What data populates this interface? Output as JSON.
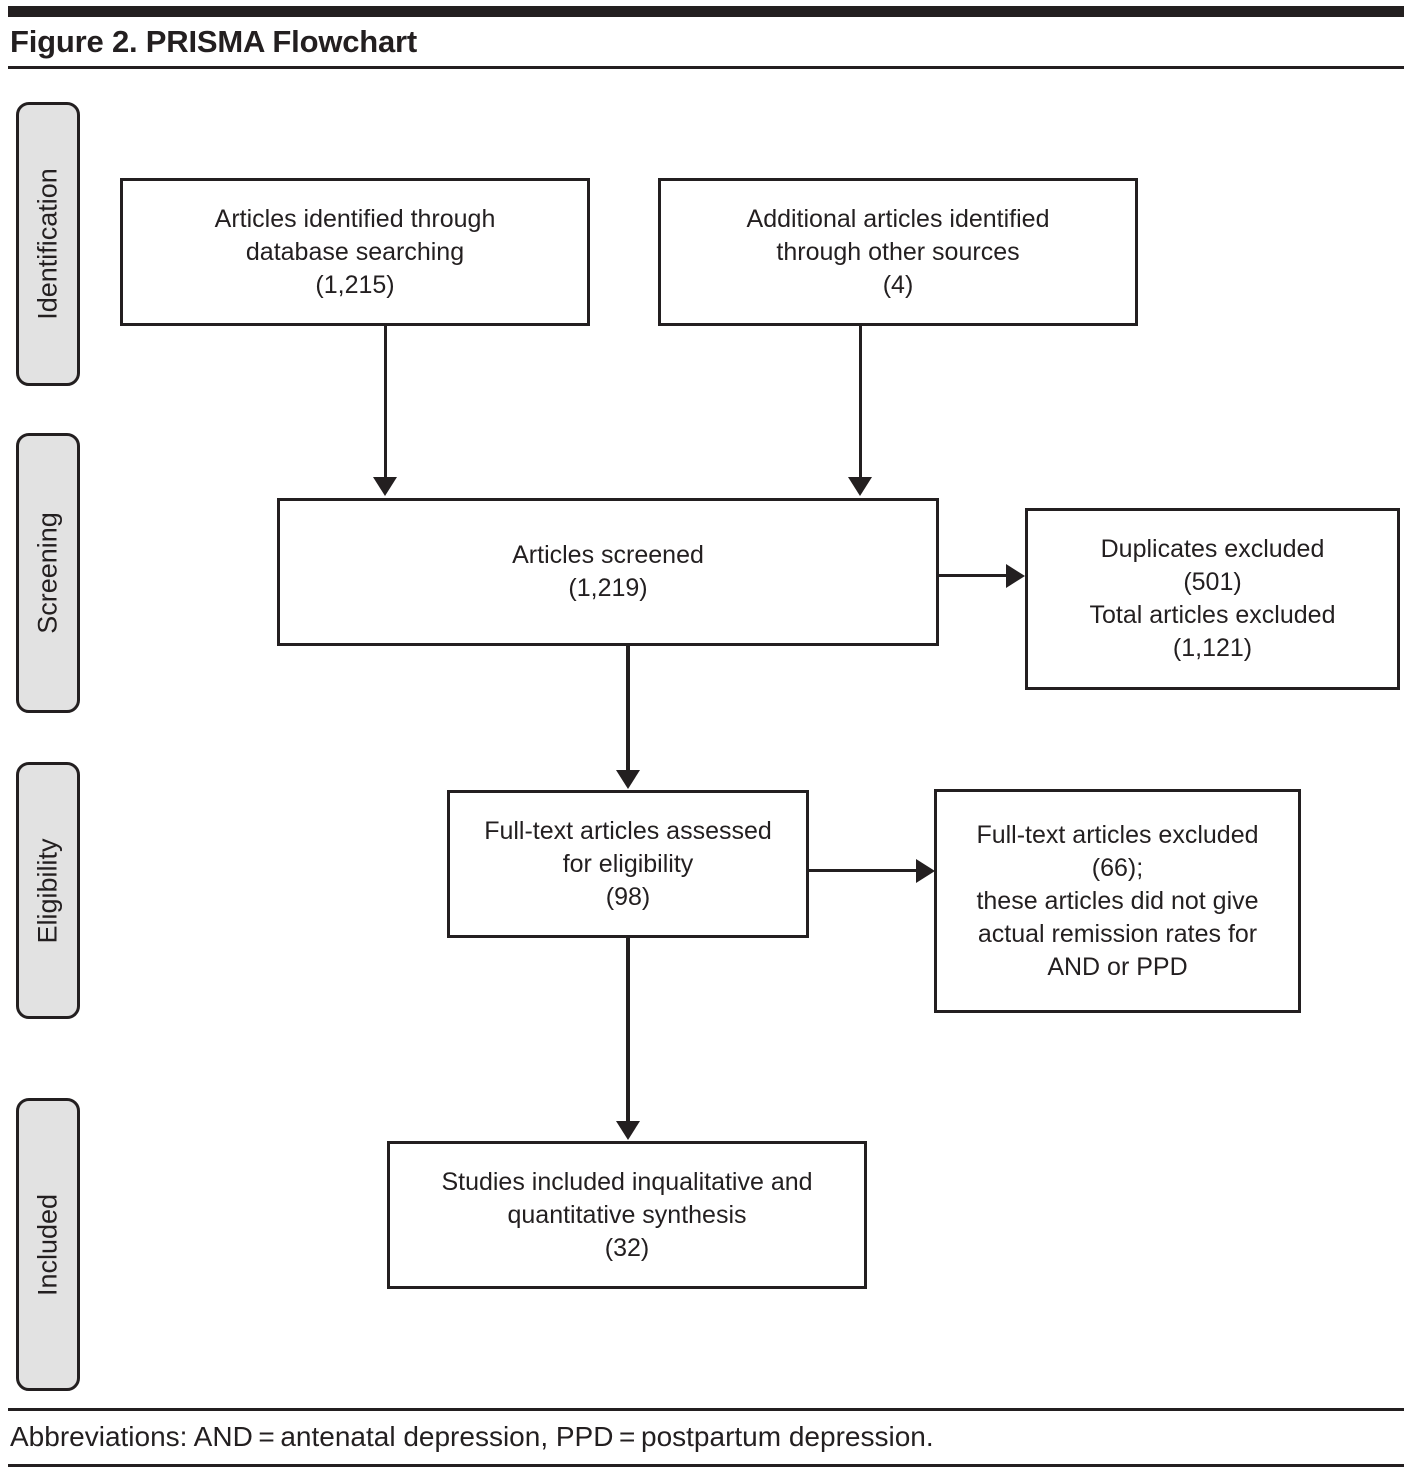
{
  "figure": {
    "title": "Figure 2. PRISMA Flowchart",
    "footnote": "Abbreviations: AND = antenatal depression, PPD = postpartum depression."
  },
  "stages": [
    {
      "label": "Identification"
    },
    {
      "label": "Screening"
    },
    {
      "label": "Eligibility"
    },
    {
      "label": "Included"
    }
  ],
  "chart_data": {
    "type": "diagram",
    "title": "Figure 2. PRISMA Flowchart",
    "nodes": [
      {
        "id": "identified-database",
        "stage": "Identification",
        "lines": [
          "Articles identified through",
          "database searching",
          "(1,215)"
        ],
        "count": 1215
      },
      {
        "id": "identified-other",
        "stage": "Identification",
        "lines": [
          "Additional articles identified",
          "through other sources",
          "(4)"
        ],
        "count": 4
      },
      {
        "id": "screened",
        "stage": "Screening",
        "lines": [
          "Articles screened",
          "(1,219)"
        ],
        "count": 1219
      },
      {
        "id": "duplicates-excluded",
        "stage": "Screening",
        "lines": [
          "Duplicates excluded",
          "(501)",
          "Total articles excluded",
          "(1,121)"
        ],
        "count": 1121
      },
      {
        "id": "fulltext-assessed",
        "stage": "Eligibility",
        "lines": [
          "Full-text articles assessed",
          "for eligibility",
          "(98)"
        ],
        "count": 98
      },
      {
        "id": "fulltext-excluded",
        "stage": "Eligibility",
        "lines": [
          "Full-text articles excluded",
          "(66);",
          "these articles did not give",
          "actual remission rates for",
          "AND or PPD"
        ],
        "count": 66
      },
      {
        "id": "studies-included",
        "stage": "Included",
        "lines": [
          "Studies included inqualitative and",
          "quantitative synthesis",
          "(32)"
        ],
        "count": 32
      }
    ],
    "edges": [
      {
        "from": "identified-database",
        "to": "screened",
        "direction": "down"
      },
      {
        "from": "identified-other",
        "to": "screened",
        "direction": "down"
      },
      {
        "from": "screened",
        "to": "duplicates-excluded",
        "direction": "right"
      },
      {
        "from": "screened",
        "to": "fulltext-assessed",
        "direction": "down"
      },
      {
        "from": "fulltext-assessed",
        "to": "fulltext-excluded",
        "direction": "right"
      },
      {
        "from": "fulltext-assessed",
        "to": "studies-included",
        "direction": "down"
      }
    ]
  },
  "boxes": {
    "identified_database": {
      "line1": "Articles identified through",
      "line2": "database searching",
      "line3": "(1,215)"
    },
    "identified_other": {
      "line1": "Additional articles identified",
      "line2": "through other sources",
      "line3": "(4)"
    },
    "screened": {
      "line1": "Articles screened",
      "line2": "(1,219)"
    },
    "duplicates_excluded": {
      "line1": "Duplicates excluded",
      "line2": "(501)",
      "line3": "Total articles excluded",
      "line4": "(1,121)"
    },
    "fulltext_assessed": {
      "line1": "Full-text articles assessed",
      "line2": "for eligibility",
      "line3": "(98)"
    },
    "fulltext_excluded": {
      "line1": "Full-text articles excluded",
      "line2": "(66);",
      "line3": "these articles did not give",
      "line4": "actual remission rates for",
      "line5": "AND or PPD"
    },
    "studies_included": {
      "line1": "Studies included inqualitative and",
      "line2": "quantitative synthesis",
      "line3": "(32)"
    }
  },
  "colors": {
    "ink": "#231f20",
    "stage_fill": "#e2e2e2",
    "box_fill": "#ffffff"
  }
}
